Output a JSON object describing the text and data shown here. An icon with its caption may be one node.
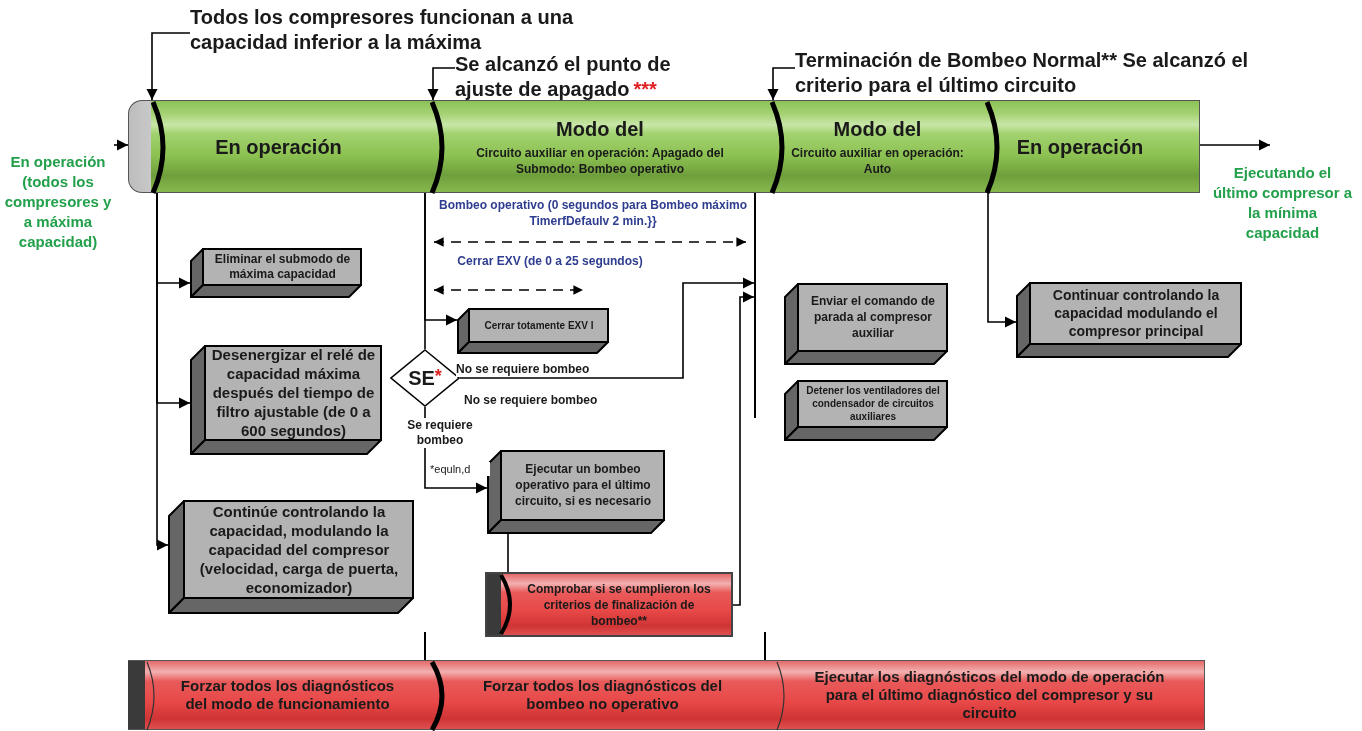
{
  "diagram": {
    "nodes": [
      {
        "text": [
          "Todos los compresores funcionan a una capacidad inferior a la máxima"
        ]
      },
      {
        "text": [
          "Se alcanzó el punto de ajuste de apagado",
          "***"
        ]
      },
      {
        "text": [
          "Terminación de Bombeo Normal** Se alcanzó el criterio para el último circuito"
        ]
      },
      {
        "text": [
          "En operación"
        ]
      },
      {
        "text": [
          "Modo del",
          "Circuito auxiliar en operación: Apagado del Submodo: Bombeo operativo"
        ]
      },
      {
        "text": [
          "Modo del",
          "Circuito auxiliar en operación: Auto"
        ]
      },
      {
        "text": [
          "En operación"
        ]
      },
      {
        "text": [
          "En operación (todos los compresores y a máxima capacidad)"
        ]
      },
      {
        "text": [
          "Ejecutando el último compresor a la mínima capacidad"
        ]
      },
      {
        "text": [
          "Eliminar el submodo de máxima capacidad"
        ]
      },
      {
        "text": [
          "Desenergizar el relé de capacidad máxima después del tiempo de filtro ajustable (de 0 a 600 segundos)"
        ]
      },
      {
        "text": [
          "Continúe controlando la capacidad, modulando la capacidad del compresor (velocidad, carga de puerta, economizador)"
        ]
      },
      {
        "text": [
          "Cerrar totamente EXV I"
        ]
      },
      {
        "text": [
          "SE",
          "*"
        ],
        "beside": [
          "No se requiere bombeo"
        ]
      },
      {
        "text": [
          "Ejecutar un bombeo operativo para el último circuito, si es necesario"
        ]
      },
      {
        "text": [
          "Comprobar si se cumplieron los criterios de finalización de bombeo**"
        ]
      },
      {
        "text": [
          "Enviar el comando de parada al compresor auxiliar"
        ]
      },
      {
        "text": [
          "Detener los ventiladores del condensador de circuitos auxiliares"
        ]
      },
      {
        "text": [
          "Continuar controlando la capacidad modulando el compresor principal"
        ]
      },
      {
        "text": [],
        "shape": "bar"
      },
      {
        "text": [
          "Forzar todos los diagnósticos del modo de funcionamiento"
        ]
      },
      {
        "text": [
          "Forzar todos los diagnósticos del bombeo no operativo"
        ]
      },
      {
        "text": [
          "Ejecutar los diagnósticos del modo de operación para el último diagnóstico del compresor y su circuito"
        ]
      }
    ],
    "edges": [
      {
        "from": 0,
        "to": 3,
        "arrow": "to"
      },
      {
        "from": 1,
        "to": 4,
        "arrow": "to"
      },
      {
        "from": 2,
        "to": 5,
        "arrow": "to"
      },
      {
        "from": 7,
        "to": 3,
        "arrow": "to"
      },
      {
        "from": 6,
        "to": 8,
        "arrow": "to"
      },
      {
        "from": 3,
        "to": 9,
        "arrow": "to"
      },
      {
        "from": 3,
        "to": 10,
        "arrow": "to"
      },
      {
        "from": 3,
        "to": 11,
        "arrow": "to"
      },
      {
        "from": 4,
        "to": 12,
        "arrow": "to"
      },
      {
        "from": 4,
        "to": 13,
        "arrow": "none"
      },
      {
        "from": 13,
        "to": 14,
        "arrow": "to",
        "label": "Se requiere bombeo"
      },
      {
        "from": 13,
        "to": 19,
        "arrow": "to",
        "label": "No se requiere bombeo"
      },
      {
        "from": 14,
        "to": 15,
        "arrow": "none"
      },
      {
        "from": 15,
        "to": 19,
        "arrow": "to"
      },
      {
        "from": 6,
        "to": 18,
        "arrow": "to"
      }
    ],
    "labels": [
      "Bombeo operativo (0 segundos para Bombeo máximo TimerfDefaulv 2 min.}}",
      "Cerrar EXV (de 0 a 25 segundos)",
      "*equln,d"
    ]
  }
}
